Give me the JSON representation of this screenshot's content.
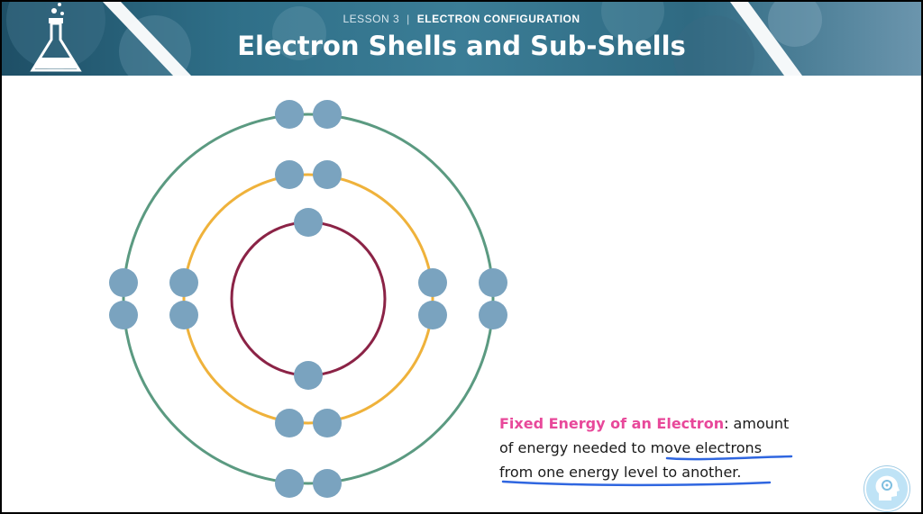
{
  "header": {
    "lesson": "LESSON 3",
    "separator": "|",
    "topic": "ELECTRON CONFIGURATION",
    "title": "Electron Shells and Sub-Shells"
  },
  "definition": {
    "term": "Fixed Energy of an Electron",
    "line1_rest": ": amount",
    "line2_pre": "of energy needed to ",
    "line2_underlined": "move electrons",
    "line3": "from one energy level to another."
  },
  "diagram": {
    "shell_colors": [
      "#8b2346",
      "#efb23b",
      "#5b9a81"
    ],
    "electron_color": "#7aa3bf",
    "electrons_per_shell": [
      2,
      8,
      8
    ]
  },
  "annotation": {
    "underline_color": "#2f66e0"
  },
  "icons": {
    "logo": "flask-icon",
    "help": "head-icon"
  }
}
